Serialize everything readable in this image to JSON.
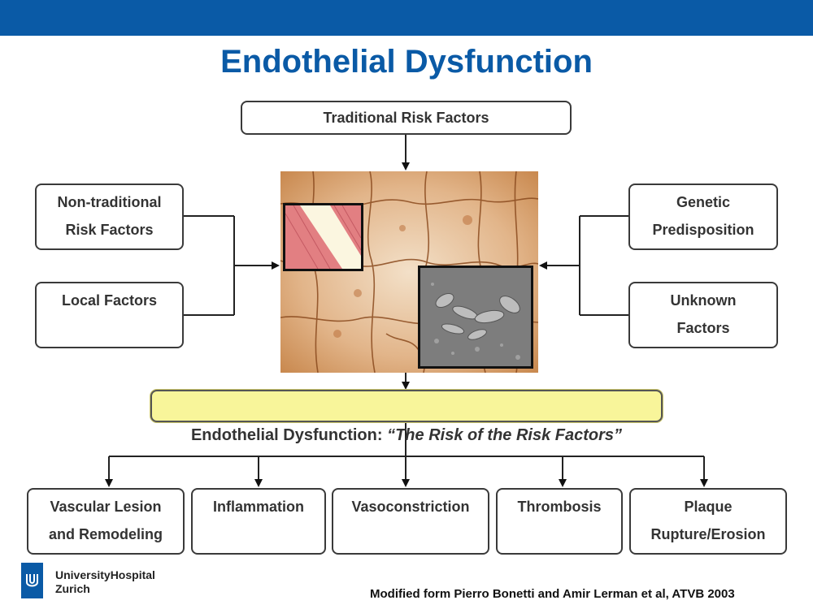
{
  "title": "Endothelial Dysfunction",
  "boxes": {
    "traditional": "Traditional Risk Factors",
    "nontraditional": "Non-traditional\nRisk Factors",
    "local": "Local Factors",
    "genetic": "Genetic\nPredisposition",
    "unknown": "Unknown\nFactors"
  },
  "center": {
    "plain": "Endothelial Dysfunction: ",
    "italic": "“The Risk of the Risk Factors”"
  },
  "outcomes": {
    "vascular": "Vascular Lesion\nand Remodeling",
    "inflammation": "Inflammation",
    "vasoconstriction": "Vasoconstriction",
    "thrombosis": "Thrombosis",
    "plaque": "Plaque\nRupture/Erosion"
  },
  "footer": {
    "org_name": "UniversityHospital",
    "org_city": "Zurich",
    "citation": "Modified form Pierro Bonetti and Amir Lerman et al, ATVB 2003"
  },
  "colors": {
    "brand_blue": "#0a5aa6",
    "highlight_yellow": "#f8f59a"
  }
}
